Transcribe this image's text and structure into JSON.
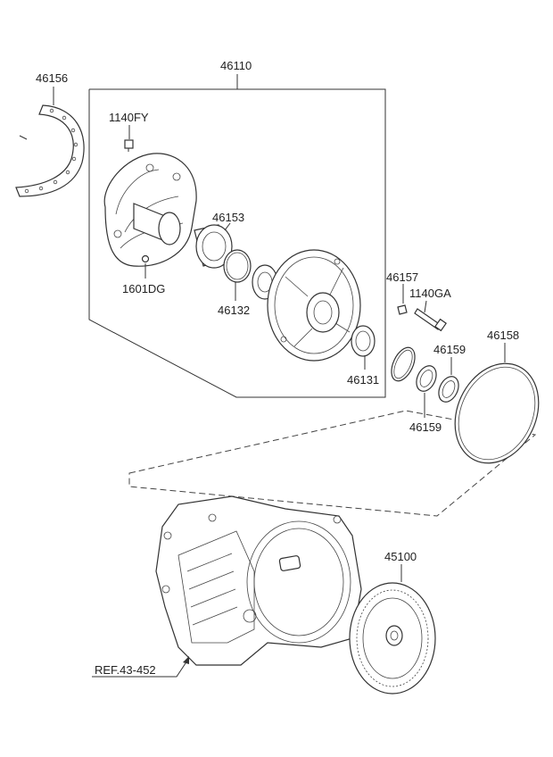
{
  "labels": {
    "p46156": "46156",
    "p46110": "46110",
    "p1140FY": "1140FY",
    "p46153": "46153",
    "p1601DG": "1601DG",
    "p46132": "46132",
    "p46157": "46157",
    "p1140GA": "1140GA",
    "p46159a": "46159",
    "p46158": "46158",
    "p46131": "46131",
    "p46159b": "46159",
    "p45100": "45100",
    "ref": "REF.43-452"
  }
}
